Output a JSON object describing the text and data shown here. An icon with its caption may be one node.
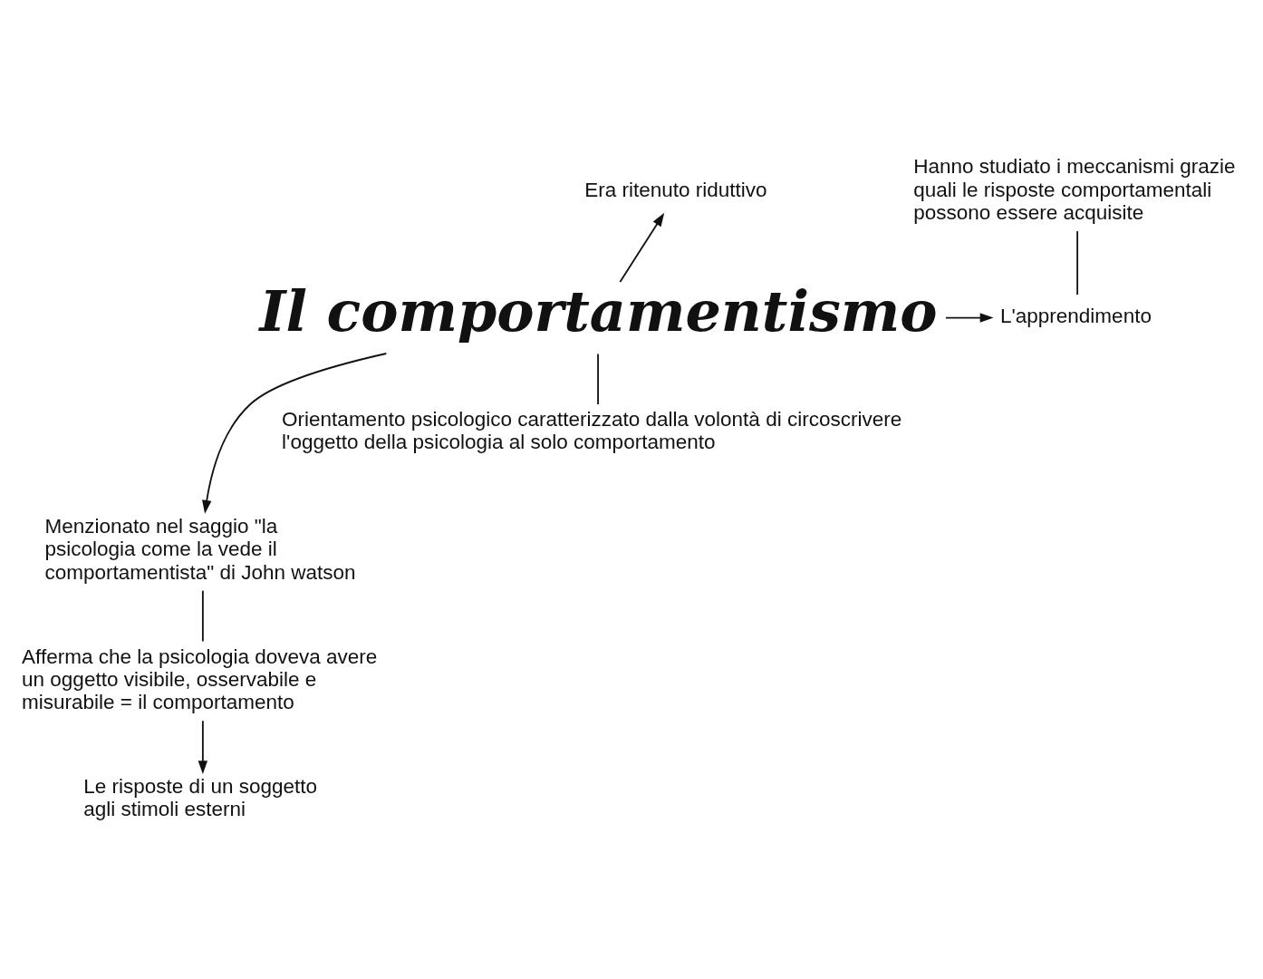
{
  "diagram": {
    "nodes": [
      {
        "text": [
          "Il comportamentismo"
        ]
      },
      {
        "text": [
          "Era ritenuto riduttivo"
        ]
      },
      {
        "text": [
          "Hanno studiato i meccanismi grazie quali le risposte comportamentali possono essere acquisite"
        ]
      },
      {
        "text": [
          "L'apprendimento"
        ]
      },
      {
        "text": [
          "Orientamento psicologico caratterizzato dalla volontà di circoscrivere l'oggetto della psicologia al solo comportamento"
        ]
      },
      {
        "text": [
          "Menzionato nel saggio \"la psicologia come la vede il comportamentista\" di John watson"
        ]
      },
      {
        "text": [
          "Afferma che la psicologia doveva avere un oggetto visibile, osservabile e misurabile = il comportamento"
        ]
      },
      {
        "text": [
          "Le risposte di un soggetto agli stimoli esterni"
        ]
      }
    ],
    "edges": [
      {
        "from": 0,
        "to": 1,
        "arrow": "to"
      },
      {
        "from": 0,
        "to": 3,
        "arrow": "to"
      },
      {
        "from": 2,
        "to": 3,
        "arrow": "none"
      },
      {
        "from": 0,
        "to": 4,
        "arrow": "none"
      },
      {
        "from": 0,
        "to": 5,
        "arrow": "to"
      },
      {
        "from": 5,
        "to": 6,
        "arrow": "none"
      },
      {
        "from": 6,
        "to": 7,
        "arrow": "to"
      }
    ]
  }
}
